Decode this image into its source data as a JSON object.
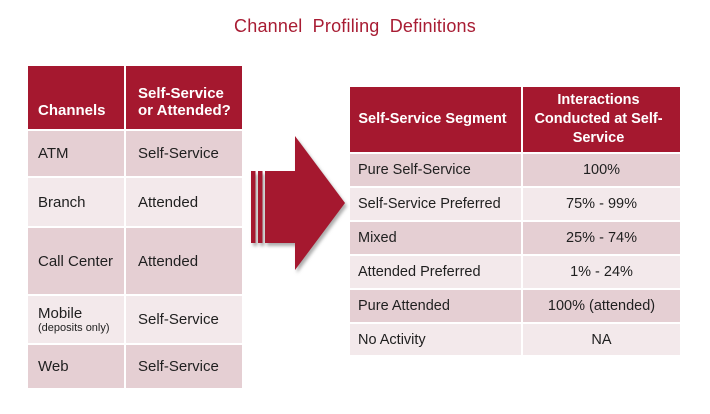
{
  "title": "Channel Profiling Definitions",
  "colors": {
    "accent_red": "#A5182F",
    "title_red": "#A81C33",
    "row_dark_pink": "#E5CFD3",
    "row_light_pink": "#F3E9EB",
    "header_text": "#FFFFFF",
    "body_text": "#1F1F1F"
  },
  "left_table": {
    "columns": [
      "Channels",
      "Self-Service or Attended?"
    ],
    "rows": [
      {
        "channel": "ATM",
        "note": "",
        "value": "Self-Service"
      },
      {
        "channel": "Branch",
        "note": "",
        "value": "Attended"
      },
      {
        "channel": "Call Center",
        "note": "",
        "value": "Attended"
      },
      {
        "channel": "Mobile",
        "note": "(deposits only)",
        "value": "Self-Service"
      },
      {
        "channel": "Web",
        "note": "",
        "value": "Self-Service"
      }
    ]
  },
  "arrow": {
    "icon": "striped-right-arrow-icon",
    "color": "#A5182F"
  },
  "right_table": {
    "columns": [
      "Self-Service Segment",
      "Interactions Conducted at Self-Service"
    ],
    "rows": [
      {
        "segment": "Pure Self-Service",
        "value": "100%"
      },
      {
        "segment": "Self-Service Preferred",
        "value": "75% - 99%"
      },
      {
        "segment": "Mixed",
        "value": "25% - 74%"
      },
      {
        "segment": "Attended Preferred",
        "value": "1% - 24%"
      },
      {
        "segment": "Pure Attended",
        "value": "100% (attended)"
      },
      {
        "segment": "No Activity",
        "value": "NA"
      }
    ]
  }
}
